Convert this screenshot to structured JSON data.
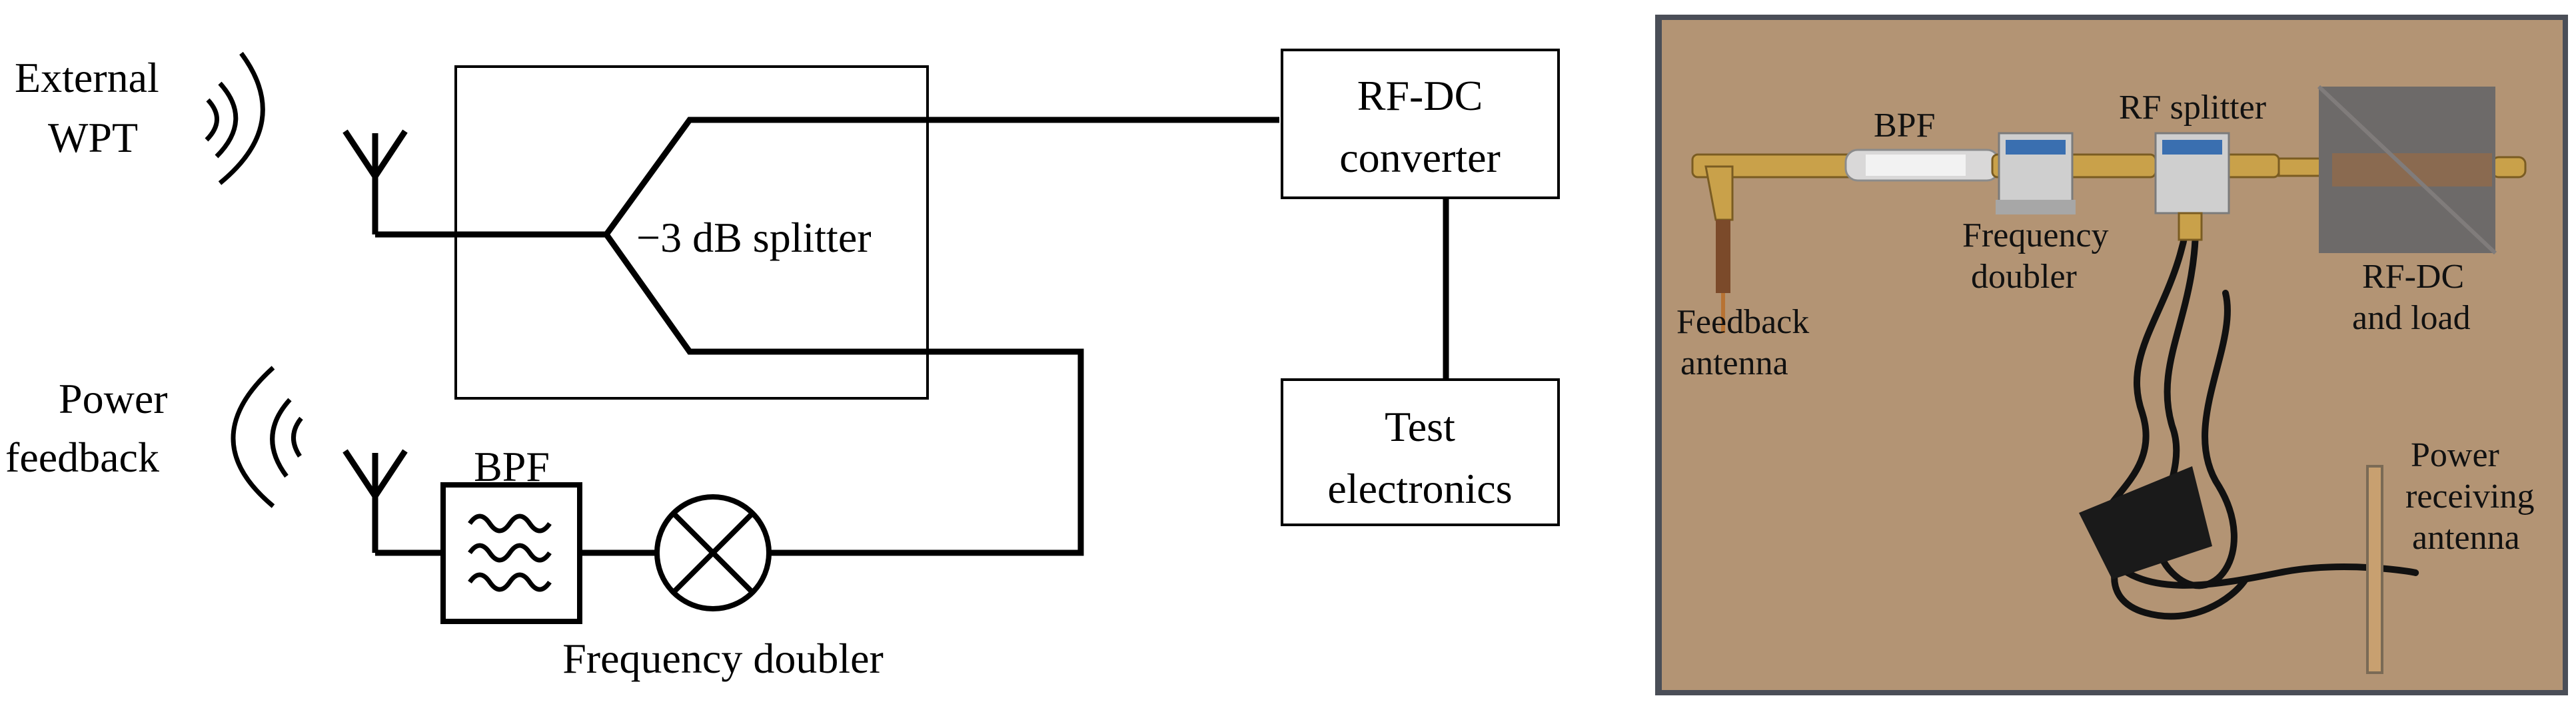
{
  "diagram": {
    "labels": {
      "external_wpt_1": "External",
      "external_wpt_2": "WPT",
      "power_feedback_1": "Power",
      "power_feedback_2": "feedback",
      "splitter": "−3 dB splitter",
      "rfdc_1": "RF-DC",
      "rfdc_2": "converter",
      "test_1": "Test",
      "test_2": "electronics",
      "bpf": "BPF",
      "freq_doubler": "Frequency doubler"
    }
  },
  "photo": {
    "labels": {
      "bpf": "BPF",
      "rf_splitter": "RF splitter",
      "freq_doubler_1": "Frequency",
      "freq_doubler_2": "doubler",
      "feedback_antenna_1": "Feedback",
      "feedback_antenna_2": "antenna",
      "rfdc_load_1": "RF-DC",
      "rfdc_load_2": "and load",
      "power_rx_1": "Power",
      "power_rx_2": "receiving",
      "power_rx_3": "antenna"
    },
    "colors": {
      "board": "#b39474",
      "board_frame": "#4a4e57",
      "brass": "#c9a14a",
      "rfdc_board": "#6d6a69",
      "cable": "#111111"
    }
  }
}
